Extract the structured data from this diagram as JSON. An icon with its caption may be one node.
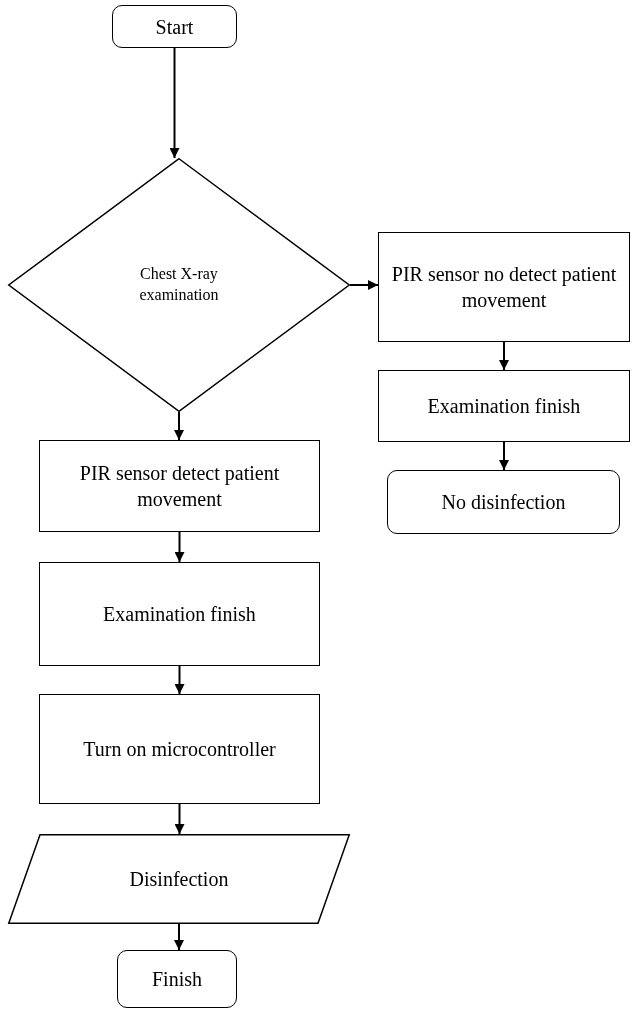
{
  "diagram": {
    "nodes": [
      {
        "text": [
          "Start"
        ]
      },
      {
        "text": [
          "Chest X-ray examination"
        ]
      },
      {
        "text": [
          "PIR sensor no detect patient movement"
        ]
      },
      {
        "text": [
          "Examination finish"
        ]
      },
      {
        "text": [
          "No disinfection"
        ]
      },
      {
        "text": [
          "PIR sensor detect patient movement"
        ]
      },
      {
        "text": [
          "Examination finish"
        ]
      },
      {
        "text": [
          "Turn on microcontroller"
        ]
      },
      {
        "text": [
          "Disinfection"
        ]
      },
      {
        "text": [
          "Finish"
        ]
      }
    ],
    "edges": [
      {
        "from": 0,
        "to": 1,
        "arrow": "to"
      },
      {
        "from": 1,
        "to": 2,
        "arrow": "to"
      },
      {
        "from": 2,
        "to": 3,
        "arrow": "to"
      },
      {
        "from": 3,
        "to": 4,
        "arrow": "to"
      },
      {
        "from": 1,
        "to": 5,
        "arrow": "to"
      },
      {
        "from": 5,
        "to": 6,
        "arrow": "to"
      },
      {
        "from": 6,
        "to": 7,
        "arrow": "to"
      },
      {
        "from": 7,
        "to": 8,
        "arrow": "to"
      },
      {
        "from": 8,
        "to": 9,
        "arrow": "to"
      }
    ]
  }
}
